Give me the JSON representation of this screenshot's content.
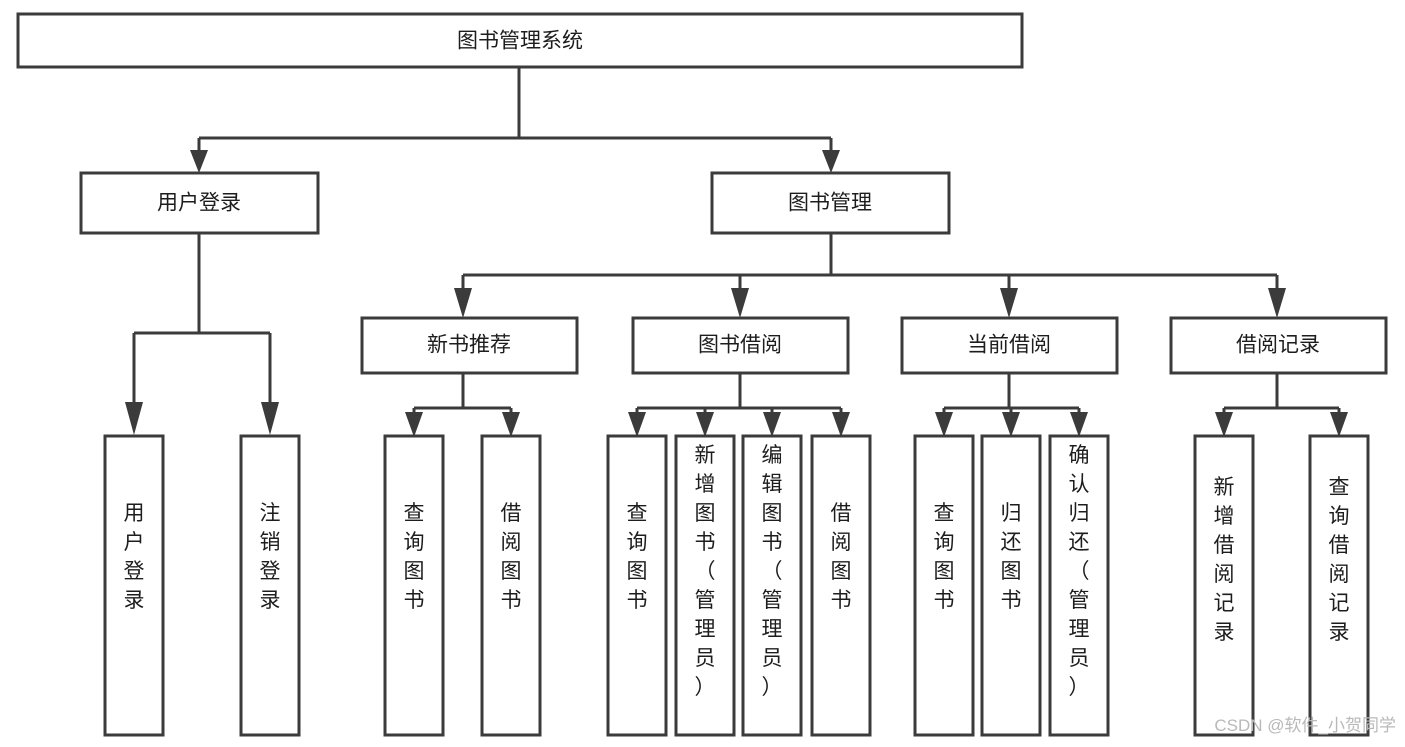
{
  "diagram": {
    "title": "图书管理系统",
    "type": "tree-hierarchy",
    "orientation": "top-down",
    "colors": {
      "stroke": "#3b3b3b",
      "fill": "#ffffff",
      "text": "#1d1d1d",
      "watermark": "#b9b9b9"
    },
    "root": {
      "label": "图书管理系统"
    },
    "level1": [
      {
        "label": "用户登录"
      },
      {
        "label": "图书管理"
      }
    ],
    "level2": [
      {
        "label": "新书推荐"
      },
      {
        "label": "图书借阅"
      },
      {
        "label": "当前借阅"
      },
      {
        "label": "借阅记录"
      }
    ],
    "leaves": {
      "user_login": [
        {
          "label": "用户登录"
        },
        {
          "label": "注销登录"
        }
      ],
      "new_book_recommend": [
        {
          "label": "查询图书"
        },
        {
          "label": "借阅图书"
        }
      ],
      "book_borrow": [
        {
          "label": "查询图书"
        },
        {
          "label": "新增图书（管理员）"
        },
        {
          "label": "编辑图书（管理员）"
        },
        {
          "label": "借阅图书"
        }
      ],
      "current_borrow": [
        {
          "label": "查询图书"
        },
        {
          "label": "归还图书"
        },
        {
          "label": "确认归还（管理员）"
        }
      ],
      "borrow_record": [
        {
          "label": "新增借阅记录"
        },
        {
          "label": "查询借阅记录"
        }
      ]
    }
  },
  "watermark": {
    "text": "CSDN @软件_小贺同学"
  }
}
